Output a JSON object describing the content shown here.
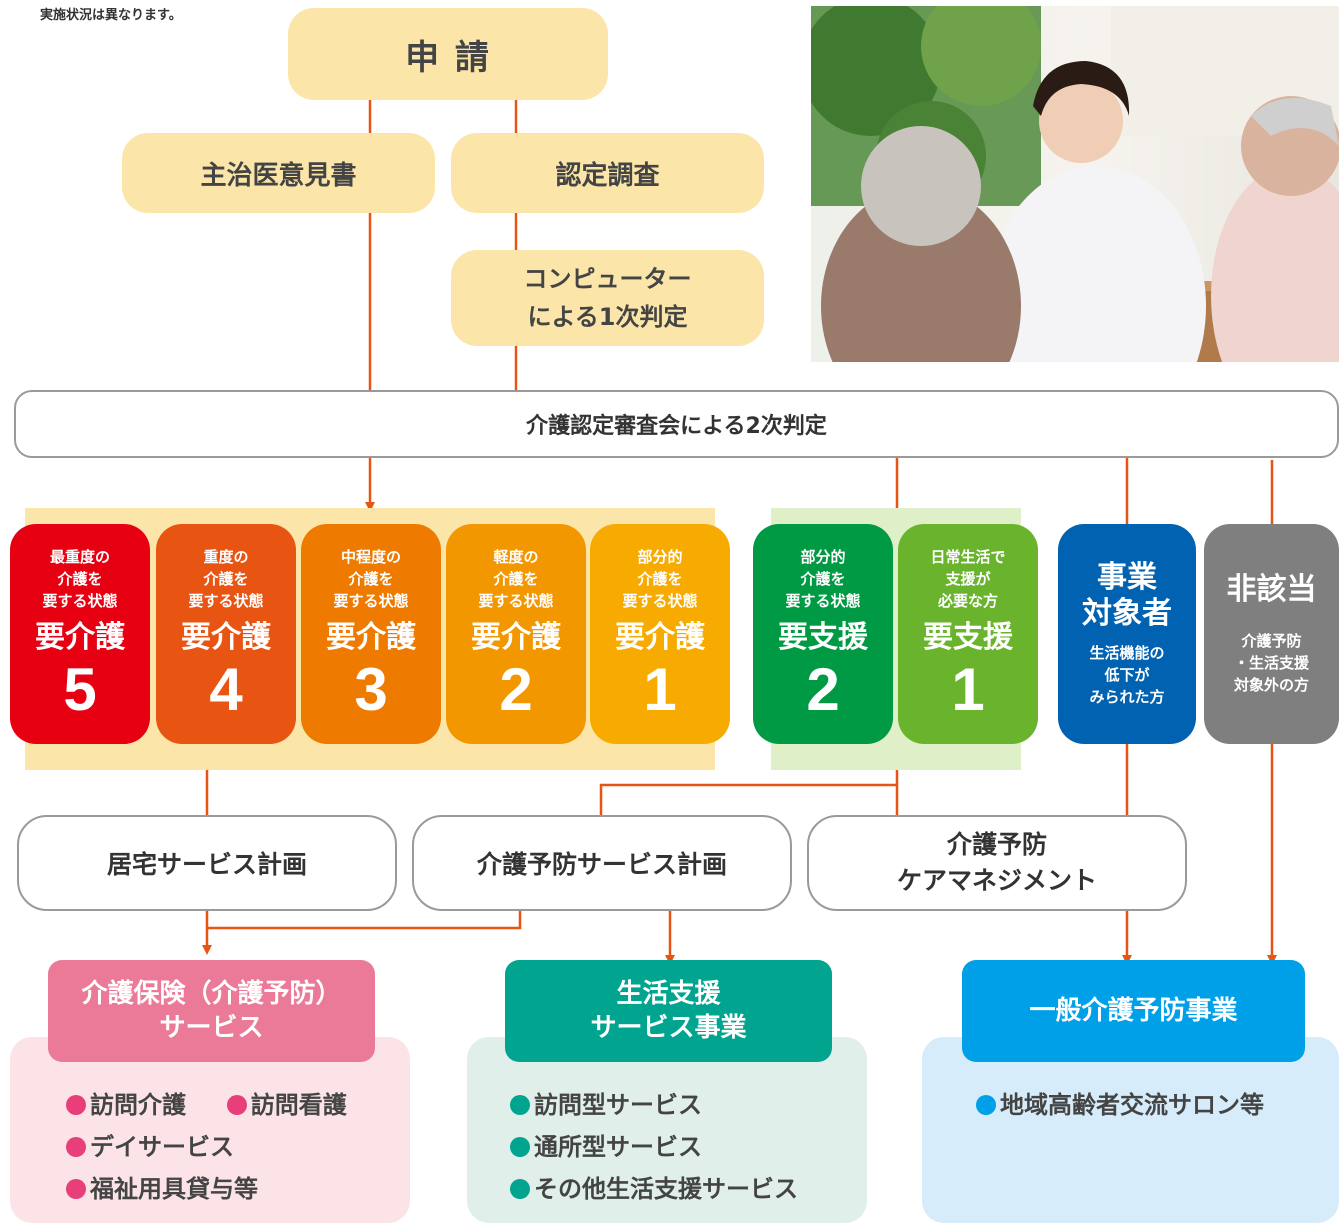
{
  "note": "実施状況は異なります。",
  "flow": {
    "application": "申 請",
    "doctor_opinion": "主治医意見書",
    "survey": "認定調査",
    "computer_judgment": "コンピューター\nによる1次判定",
    "committee_judgment": "介護認定審査会による2次判定"
  },
  "levels": [
    {
      "desc": "最重度の\n介護を\n要する状態",
      "name": "要介護",
      "num": "5",
      "color": "#e60012"
    },
    {
      "desc": "重度の\n介護を\n要する状態",
      "name": "要介護",
      "num": "4",
      "color": "#e85513"
    },
    {
      "desc": "中程度の\n介護を\n要する状態",
      "name": "要介護",
      "num": "3",
      "color": "#ee7a00"
    },
    {
      "desc": "軽度の\n介護を\n要する状態",
      "name": "要介護",
      "num": "2",
      "color": "#f39700"
    },
    {
      "desc": "部分的\n介護を\n要する状態",
      "name": "要介護",
      "num": "1",
      "color": "#f7ab00"
    },
    {
      "desc": "部分的\n介護を\n要する状態",
      "name": "要支援",
      "num": "2",
      "color": "#009944"
    },
    {
      "desc": "日常生活で\n支援が\n必要な方",
      "name": "要支援",
      "num": "1",
      "color": "#6ab42d"
    }
  ],
  "business_target": {
    "title": "事業\n対象者",
    "desc": "生活機能の\n低下が\nみられた方",
    "color": "#0062b1"
  },
  "not_applicable": {
    "title": "非該当",
    "desc": "介護予防\n・生活支援\n対象外の方",
    "color": "#7f7f7f"
  },
  "plans": {
    "home": "居宅サービス計画",
    "prevention": "介護予防サービス計画",
    "care_management": "介護予防\nケアマネジメント"
  },
  "services": [
    {
      "title": "介護保険（介護予防）\nサービス",
      "head_color": "#eb7a98",
      "panel_color": "#fbe3e8",
      "dot_color": "#e83e7a",
      "items": [
        "訪問介護",
        "訪問看護",
        "デイサービス",
        "福祉用具貸与等"
      ]
    },
    {
      "title": "生活支援\nサービス事業",
      "head_color": "#00a48f",
      "panel_color": "#e0efea",
      "dot_color": "#00a48f",
      "items": [
        "訪問型サービス",
        "通所型サービス",
        "その他生活支援サービス"
      ]
    },
    {
      "title": "一般介護予防事業",
      "head_color": "#00a0e9",
      "panel_color": "#d6ecfa",
      "dot_color": "#00a0e9",
      "items": [
        "地域高齢者交流サロン等"
      ]
    }
  ],
  "colors": {
    "arrow": "#e85513",
    "care_band": "#fbe5a8",
    "support_band": "#dff0c9"
  },
  "photo": {
    "subject": "caregiver consultation photo"
  }
}
